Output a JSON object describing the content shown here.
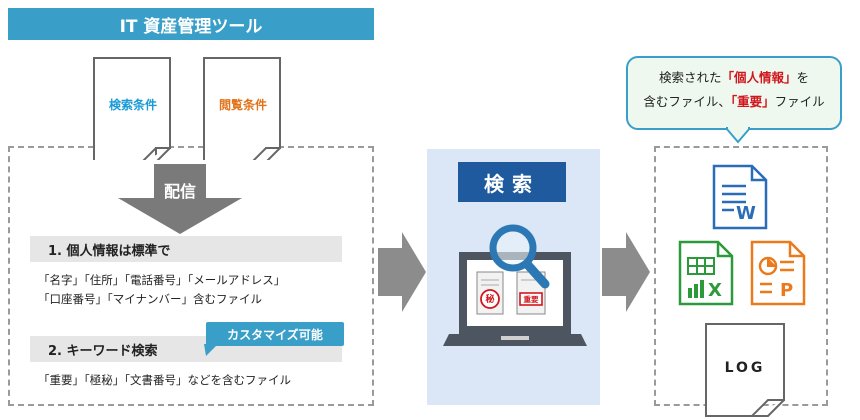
{
  "title": "IT 資産管理ツール",
  "docs": [
    {
      "label": "検索条件",
      "color": "#1a9ad6"
    },
    {
      "label": "閲覧条件",
      "color": "#e2731b"
    }
  ],
  "distribute_label": "配信",
  "items": [
    {
      "heading": "1. 個人情報は標準で",
      "lines": [
        "「名字」「住所」「電話番号」「メールアドレス」",
        "「口座番号」「マイナンバー」含むファイル"
      ]
    },
    {
      "heading": "2. キーワード検索",
      "lines": [
        "「重要」「極秘」「文書番号」などを含むファイル"
      ]
    }
  ],
  "custom_badge": "カスタマイズ可能",
  "search_title": "検索",
  "stamps": {
    "secret": "秘",
    "important": "重要"
  },
  "bubble": {
    "line1_pre": "検索された",
    "line1_em": "「個人情報」",
    "line1_post": "を",
    "line2_pre": "含むファイル、",
    "line2_em": "「重要」",
    "line2_post": "ファイル"
  },
  "files": {
    "word": "W",
    "excel": "X",
    "ppt": "P",
    "log": "LOG"
  },
  "colors": {
    "accent": "#3a9fc8",
    "navy": "#1f5a9e",
    "red": "#d1171e",
    "word": "#2b6cb8",
    "excel": "#2c9a3a",
    "ppt": "#ea7a1c"
  }
}
